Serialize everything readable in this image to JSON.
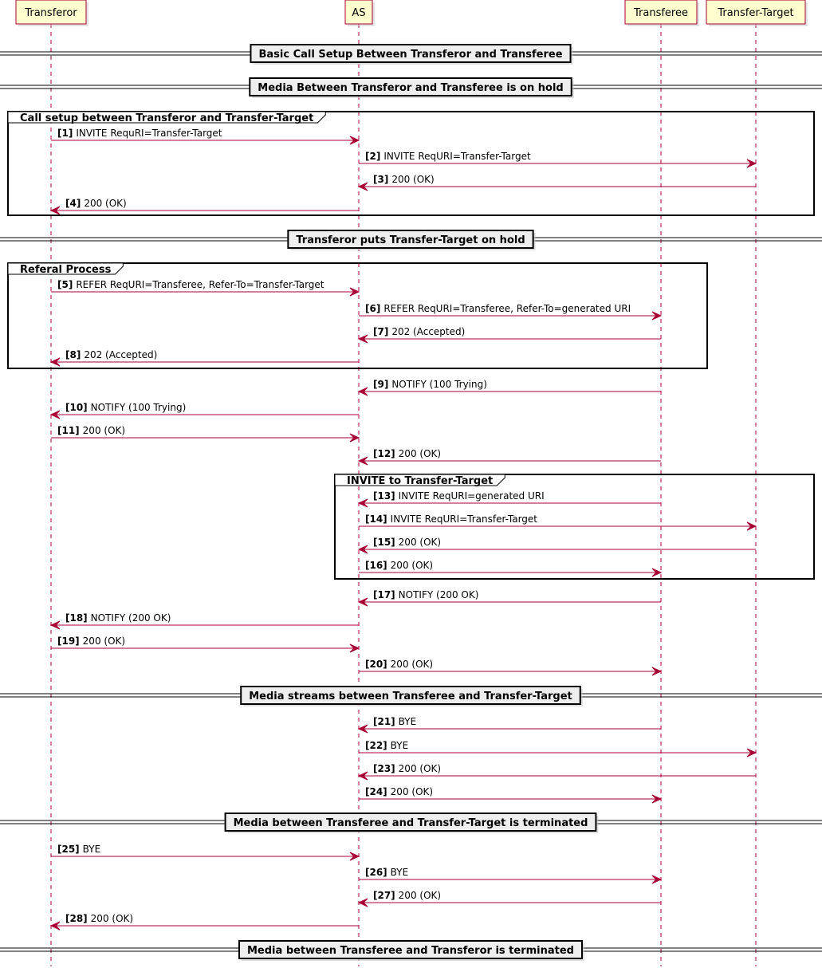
{
  "colors": {
    "participant_fill": "#FEFECE",
    "participant_border": "#A80036",
    "lifeline": "#A80036",
    "arrow": "#A80036",
    "divider_fill": "#EEEEEE",
    "group_border": "#000000"
  },
  "participants": [
    "Transferor",
    "AS",
    "Transferee",
    "Transfer-Target"
  ],
  "events": [
    {
      "kind": "divider",
      "label": "Basic Call Setup Between Transferor and Transferee"
    },
    {
      "kind": "divider",
      "label": "Media Between Transferor and Transferee is on hold"
    },
    {
      "kind": "group_start",
      "label": "Call setup between Transferor and Transfer-Target"
    },
    {
      "kind": "msg",
      "from": 0,
      "to": 1,
      "num": "[1]",
      "text": "INVITE RequRI=Transfer-Target"
    },
    {
      "kind": "msg",
      "from": 1,
      "to": 3,
      "num": "[2]",
      "text": "INVITE ReqURI=Transfer-Target"
    },
    {
      "kind": "msg",
      "from": 3,
      "to": 1,
      "num": "[3]",
      "text": "200 (OK)"
    },
    {
      "kind": "msg",
      "from": 1,
      "to": 0,
      "num": "[4]",
      "text": "200 (OK)"
    },
    {
      "kind": "group_end"
    },
    {
      "kind": "divider",
      "label": "Transferor puts Transfer-Target on hold"
    },
    {
      "kind": "group_start",
      "label": "Referal Process"
    },
    {
      "kind": "msg",
      "from": 0,
      "to": 1,
      "num": "[5]",
      "text": "REFER ReqURI=Transferee, Refer-To=Transfer-Target"
    },
    {
      "kind": "msg",
      "from": 1,
      "to": 2,
      "num": "[6]",
      "text": "REFER ReqURI=Transferee, Refer-To=generated URI"
    },
    {
      "kind": "msg",
      "from": 2,
      "to": 1,
      "num": "[7]",
      "text": "202 (Accepted)"
    },
    {
      "kind": "msg",
      "from": 1,
      "to": 0,
      "num": "[8]",
      "text": "202 (Accepted)"
    },
    {
      "kind": "group_end"
    },
    {
      "kind": "msg",
      "from": 2,
      "to": 1,
      "num": "[9]",
      "text": "NOTIFY (100 Trying)"
    },
    {
      "kind": "msg",
      "from": 1,
      "to": 0,
      "num": "[10]",
      "text": "NOTIFY (100 Trying)"
    },
    {
      "kind": "msg",
      "from": 0,
      "to": 1,
      "num": "[11]",
      "text": "200 (OK)"
    },
    {
      "kind": "msg",
      "from": 2,
      "to": 1,
      "num": "[12]",
      "text": "200 (OK)"
    },
    {
      "kind": "group_start",
      "label": "INVITE to Transfer-Target"
    },
    {
      "kind": "msg",
      "from": 2,
      "to": 1,
      "num": "[13]",
      "text": "INVITE ReqURI=generated URI"
    },
    {
      "kind": "msg",
      "from": 1,
      "to": 3,
      "num": "[14]",
      "text": "INVITE ReqURI=Transfer-Target"
    },
    {
      "kind": "msg",
      "from": 3,
      "to": 1,
      "num": "[15]",
      "text": "200 (OK)"
    },
    {
      "kind": "msg",
      "from": 1,
      "to": 2,
      "num": "[16]",
      "text": "200 (OK)"
    },
    {
      "kind": "group_end"
    },
    {
      "kind": "msg",
      "from": 2,
      "to": 1,
      "num": "[17]",
      "text": "NOTIFY (200 OK)"
    },
    {
      "kind": "msg",
      "from": 1,
      "to": 0,
      "num": "[18]",
      "text": "NOTIFY (200 OK)"
    },
    {
      "kind": "msg",
      "from": 0,
      "to": 1,
      "num": "[19]",
      "text": "200 (OK)"
    },
    {
      "kind": "msg",
      "from": 1,
      "to": 2,
      "num": "[20]",
      "text": "200 (OK)"
    },
    {
      "kind": "divider",
      "label": "Media streams between Transferee and Transfer-Target"
    },
    {
      "kind": "msg",
      "from": 2,
      "to": 1,
      "num": "[21]",
      "text": "BYE"
    },
    {
      "kind": "msg",
      "from": 1,
      "to": 3,
      "num": "[22]",
      "text": "BYE"
    },
    {
      "kind": "msg",
      "from": 3,
      "to": 1,
      "num": "[23]",
      "text": "200 (OK)"
    },
    {
      "kind": "msg",
      "from": 1,
      "to": 2,
      "num": "[24]",
      "text": "200 (OK)"
    },
    {
      "kind": "divider",
      "label": "Media between Transferee and Transfer-Target is terminated"
    },
    {
      "kind": "msg",
      "from": 0,
      "to": 1,
      "num": "[25]",
      "text": "BYE"
    },
    {
      "kind": "msg",
      "from": 1,
      "to": 2,
      "num": "[26]",
      "text": "BYE"
    },
    {
      "kind": "msg",
      "from": 2,
      "to": 1,
      "num": "[27]",
      "text": "200 (OK)"
    },
    {
      "kind": "msg",
      "from": 1,
      "to": 0,
      "num": "[28]",
      "text": "200 (OK)"
    },
    {
      "kind": "divider",
      "label": "Media between Transferee and Transferor is terminated"
    }
  ]
}
